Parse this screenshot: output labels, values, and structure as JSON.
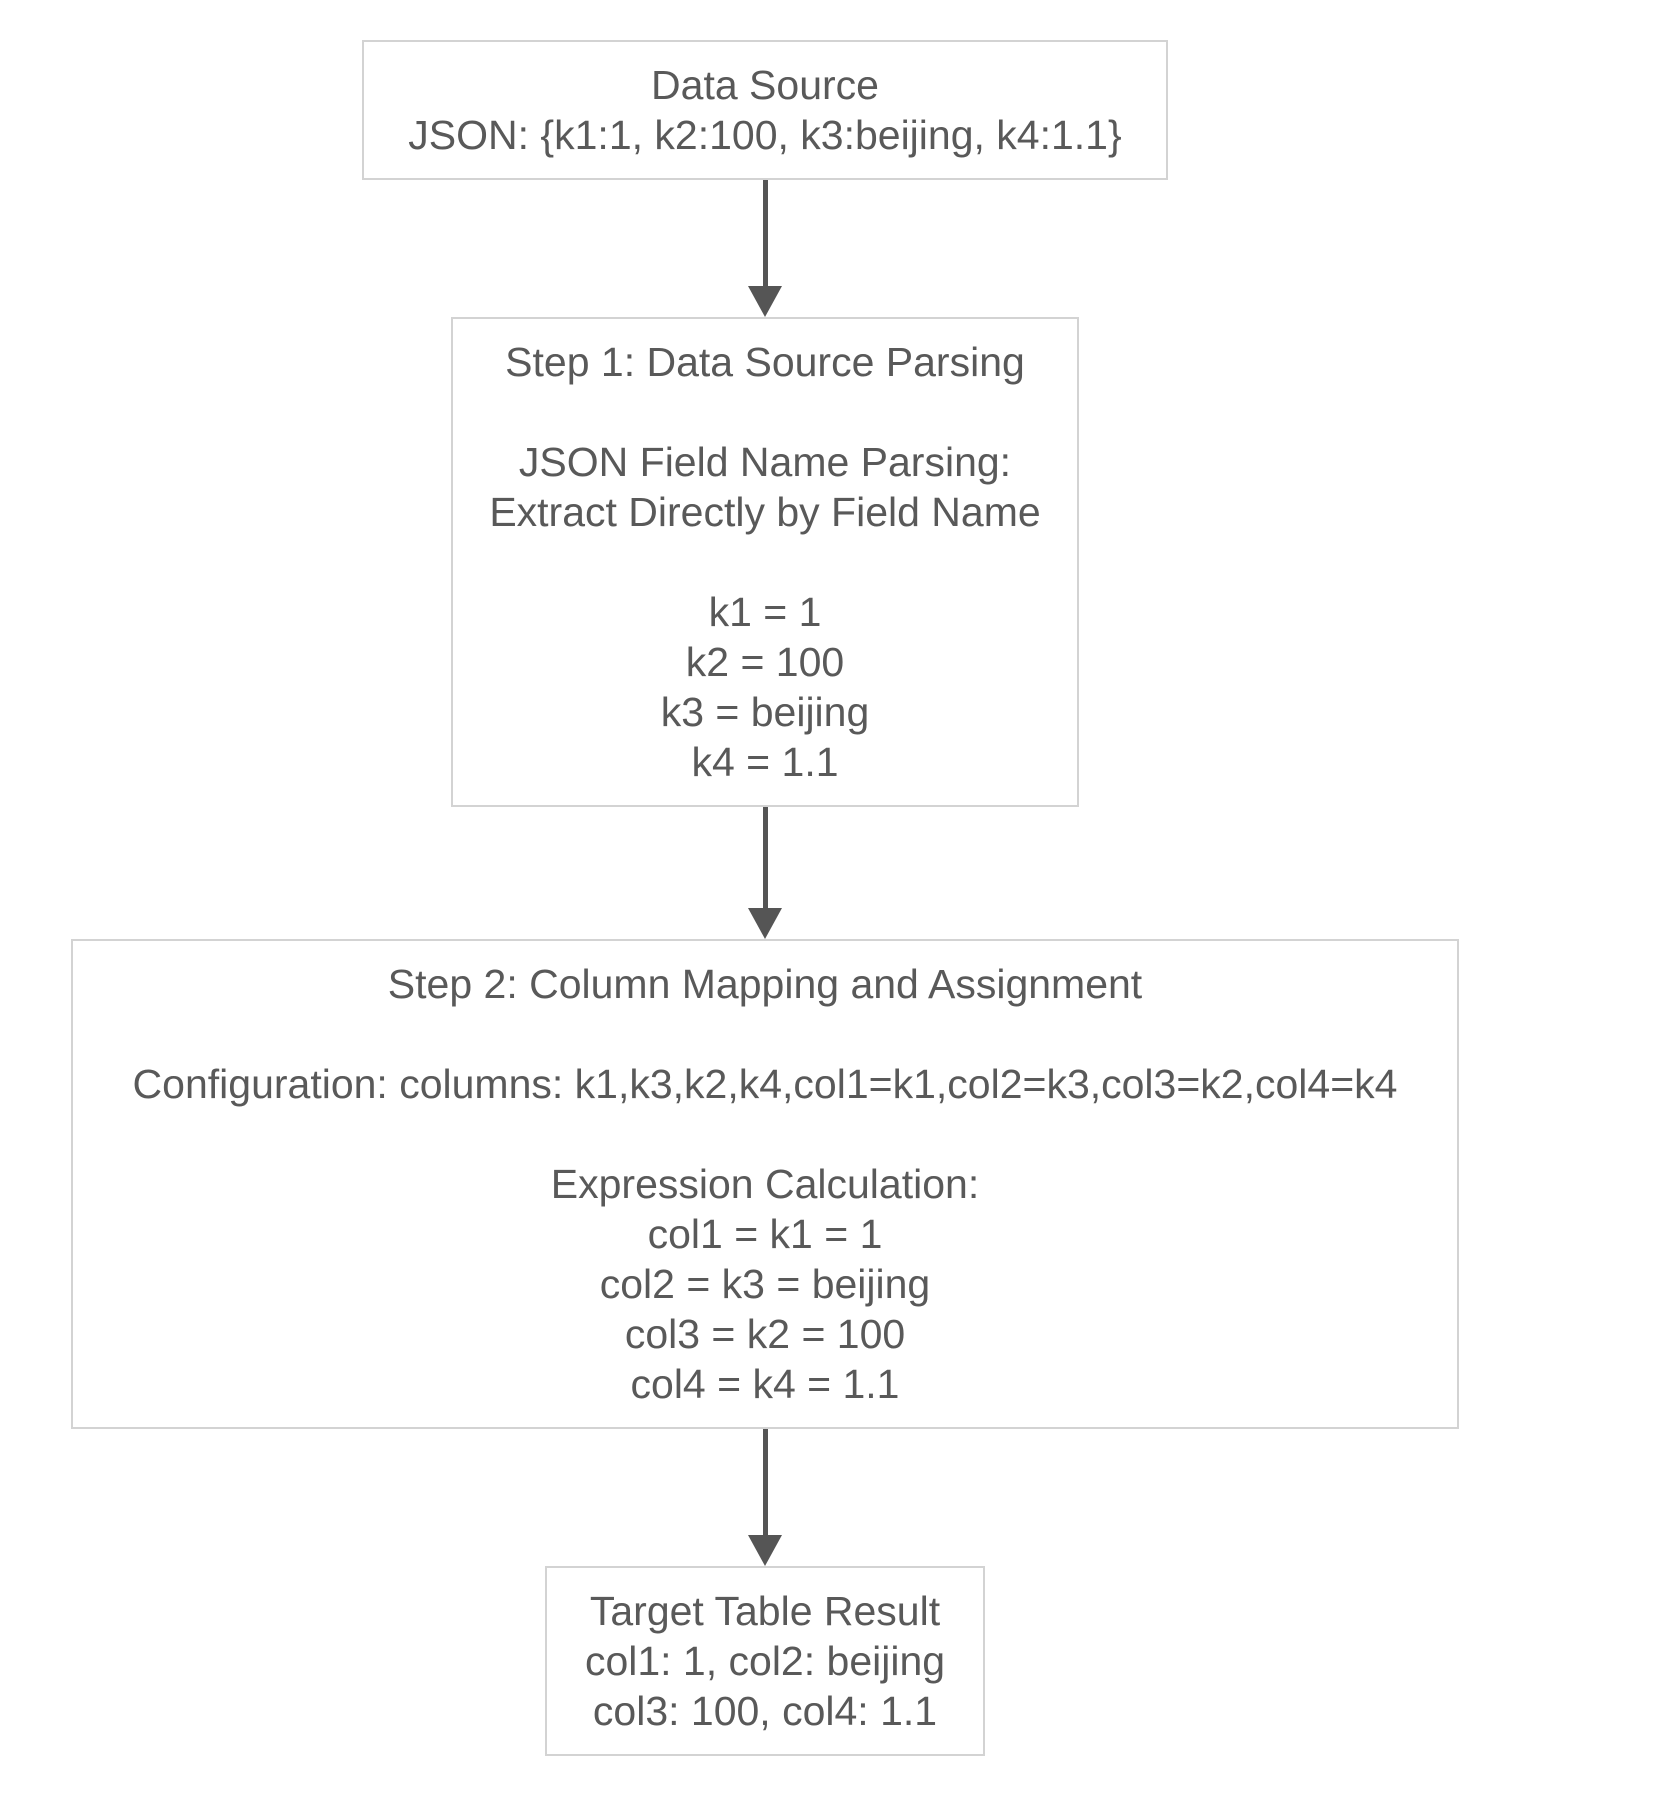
{
  "colors": {
    "text": "#595959",
    "box_border": "#d3d3d3",
    "box_fill": "#ffffff",
    "arrow": "#555555"
  },
  "nodes": [
    {
      "name": "data-source",
      "lines": [
        "Data Source",
        "JSON: {k1:1, k2:100, k3:beijing, k4:1.1}"
      ]
    },
    {
      "name": "step-1-data-source-parsing",
      "lines": [
        "Step 1: Data Source Parsing",
        "",
        "JSON Field Name Parsing:",
        "Extract Directly by Field Name",
        "",
        "k1 = 1",
        "k2 = 100",
        "k3 = beijing",
        "k4 = 1.1"
      ]
    },
    {
      "name": "step-2-column-mapping-and-assignment",
      "lines": [
        "Step 2: Column Mapping and Assignment",
        "",
        "Configuration: columns: k1,k3,k2,k4,col1=k1,col2=k3,col3=k2,col4=k4",
        "",
        "Expression Calculation:",
        "col1 = k1 = 1",
        "col2 = k3 = beijing",
        "col3 = k2 = 100",
        "col4 = k4 = 1.1"
      ]
    },
    {
      "name": "target-table-result",
      "lines": [
        "Target Table Result",
        "col1: 1, col2: beijing",
        "col3: 100, col4: 1.1"
      ]
    }
  ]
}
